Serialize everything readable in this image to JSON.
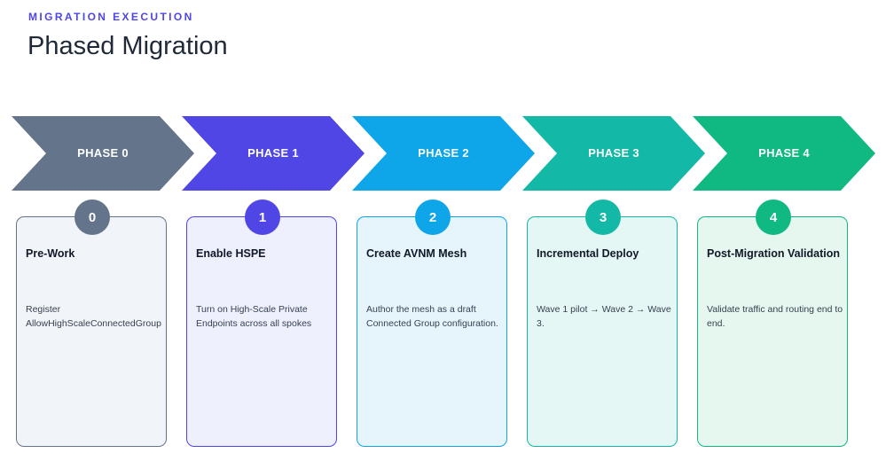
{
  "header": {
    "eyebrow": "MIGRATION EXECUTION",
    "title": "Phased Migration"
  },
  "phases": [
    {
      "label": "PHASE 0",
      "number": "0",
      "title": "Pre-Work",
      "description": "Register AllowHighScaleConnectedGroup",
      "color": "#64748b",
      "card_bg": "#f1f4f8",
      "card_border": "#64748b"
    },
    {
      "label": "PHASE 1",
      "number": "1",
      "title": "Enable HSPE",
      "description": "Turn on High-Scale Private Endpoints across all spokes",
      "color": "#4f46e5",
      "card_bg": "#eef0fd",
      "card_border": "#4f46e5"
    },
    {
      "label": "PHASE 2",
      "number": "2",
      "title": "Create AVNM Mesh",
      "description": "Author the mesh as a draft Connected Group configuration.",
      "color": "#0ea5e9",
      "card_bg": "#e6f5fc",
      "card_border": "#0ea5e9"
    },
    {
      "label": "PHASE 3",
      "number": "3",
      "title": "Incremental Deploy",
      "description": "Wave 1 pilot → Wave 2 → Wave 3.",
      "color": "#14b8a6",
      "card_bg": "#e5f7f4",
      "card_border": "#14b8a6"
    },
    {
      "label": "PHASE 4",
      "number": "4",
      "title": "Post-Migration Validation",
      "description": "Validate traffic and routing end to end.",
      "color": "#10b981",
      "card_bg": "#e6f7ef",
      "card_border": "#10b981"
    }
  ]
}
